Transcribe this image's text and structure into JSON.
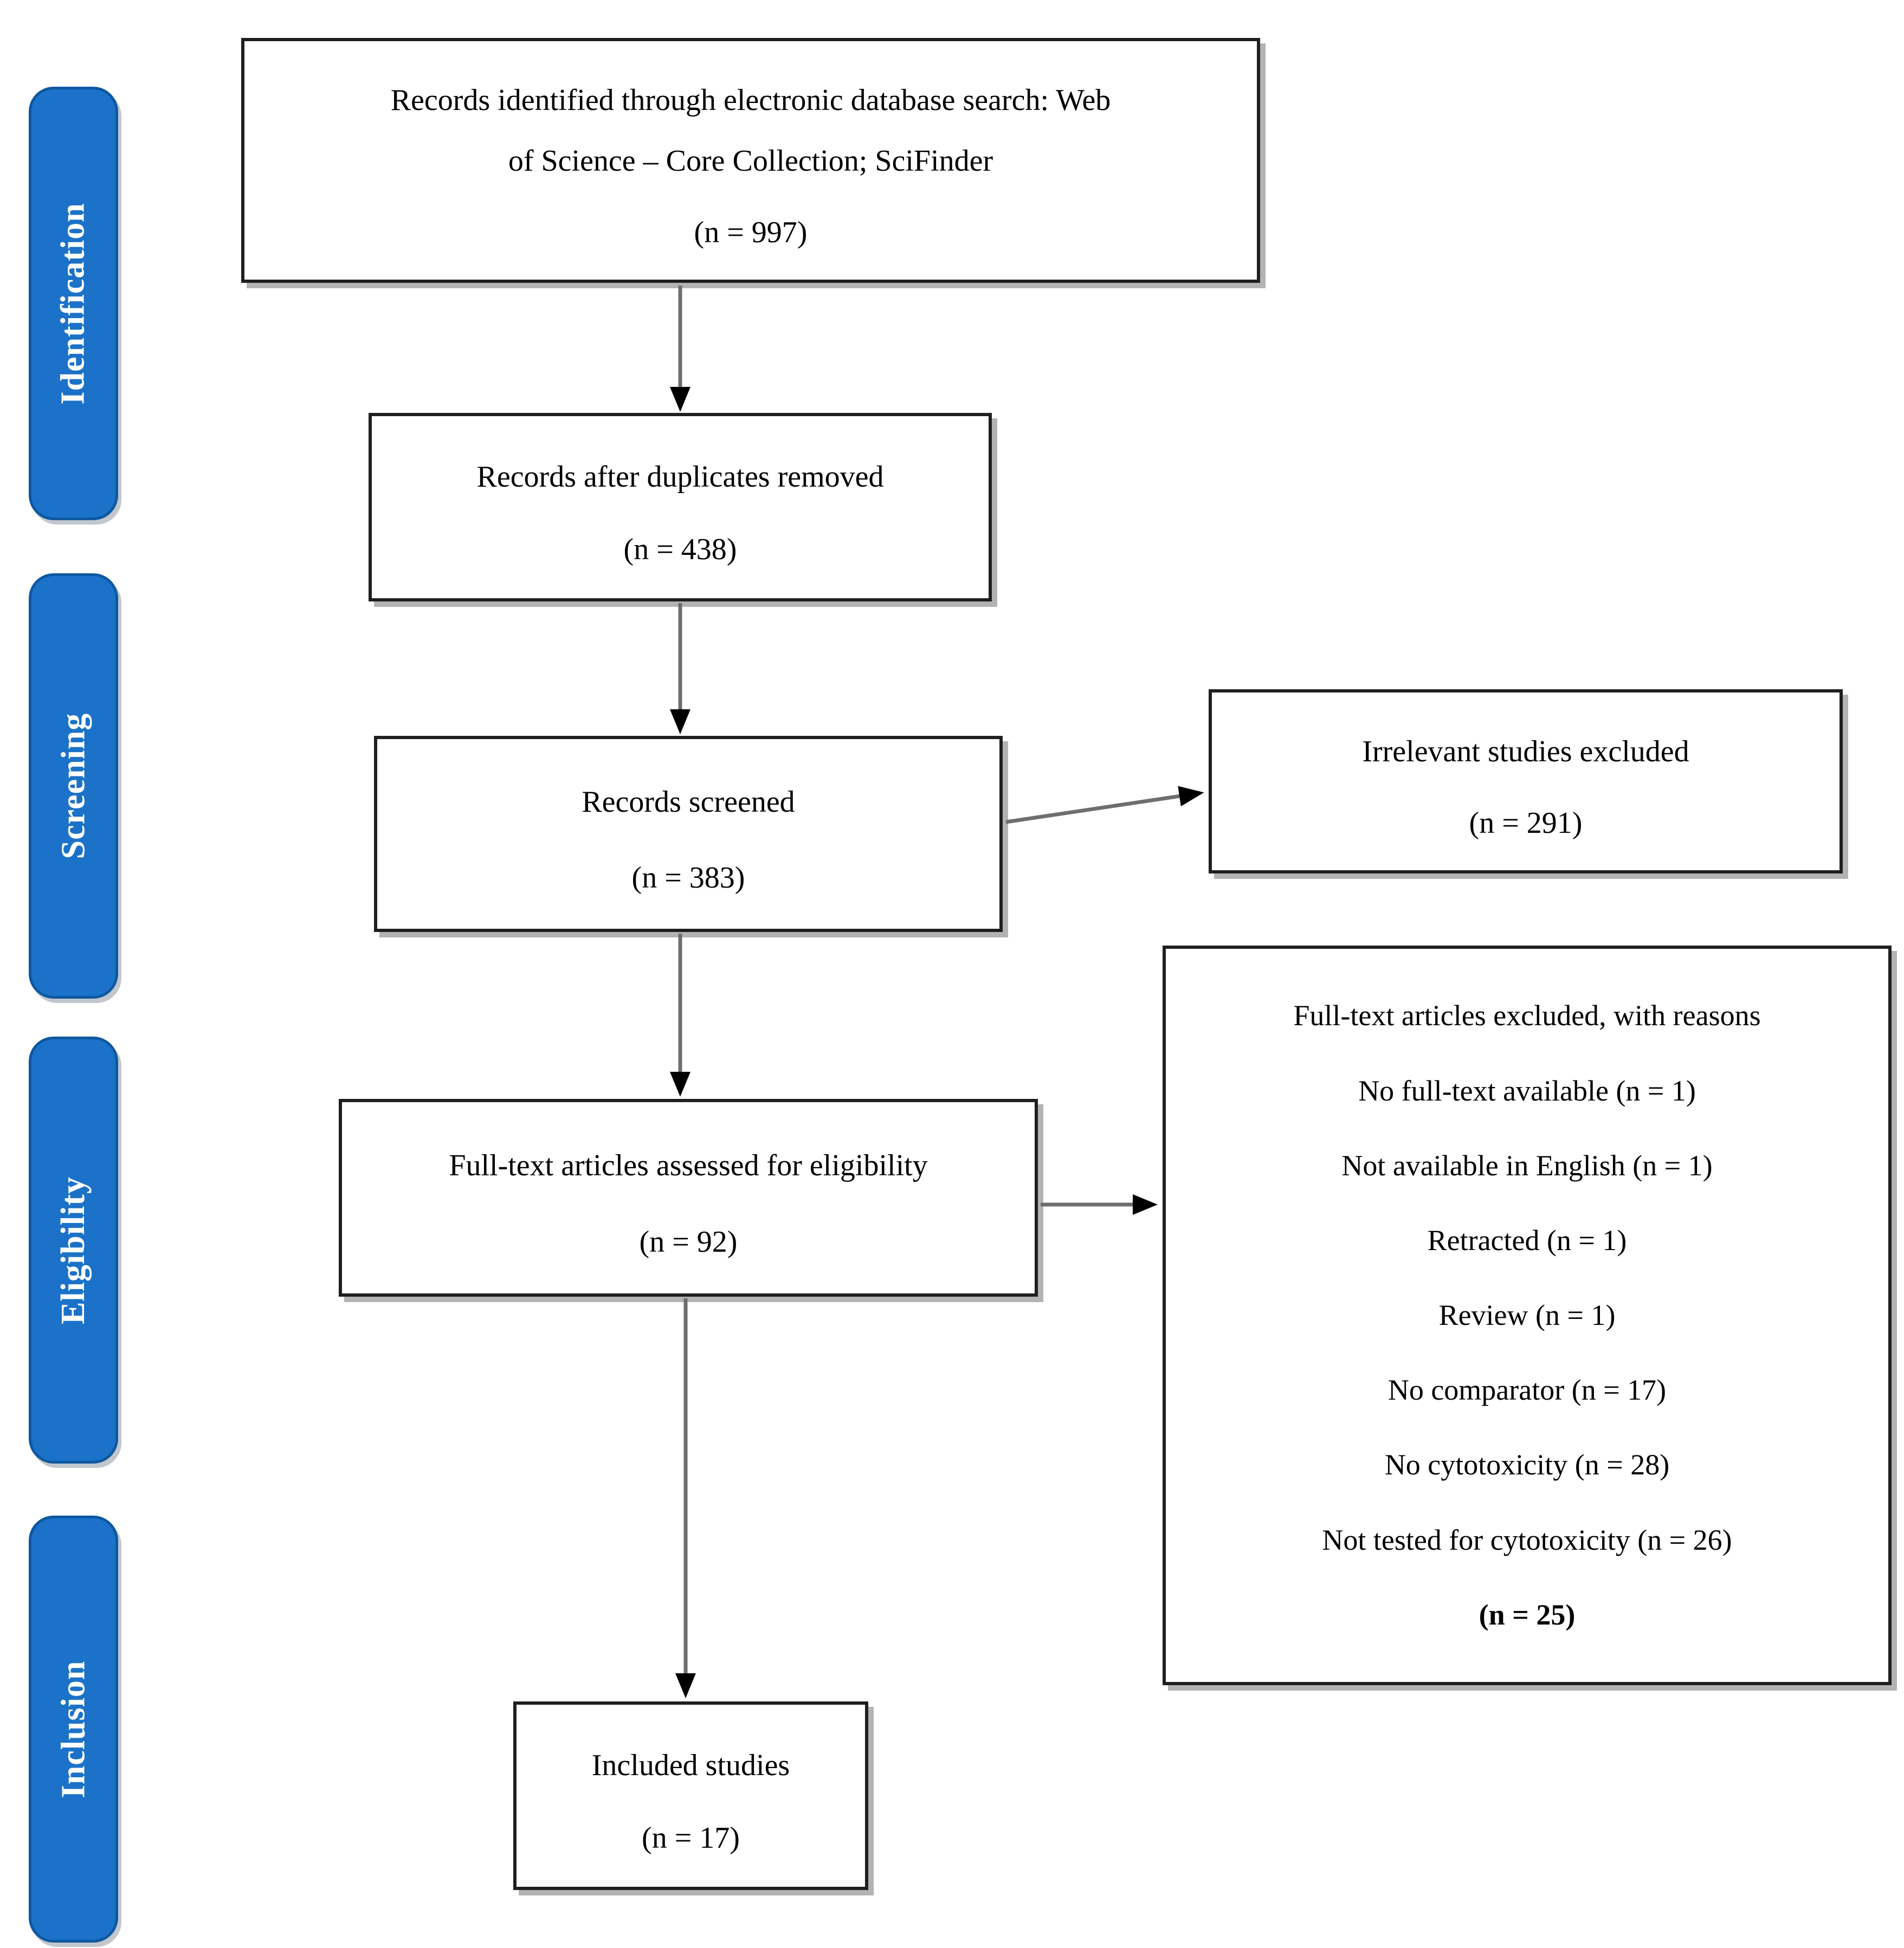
{
  "diagram": {
    "stages": [
      {
        "label": "Identification"
      },
      {
        "label": "Screening"
      },
      {
        "label": "Eligibility"
      },
      {
        "label": "Inclusion"
      }
    ],
    "boxes": {
      "identified": {
        "title_line1": "Records identified through electronic database search: Web",
        "title_line2": "of Science – Core Collection; SciFinder",
        "count": "(n = 997)"
      },
      "deduplicated": {
        "title": "Records after duplicates removed",
        "count": "(n = 438)"
      },
      "screened": {
        "title": "Records screened",
        "count": "(n = 383)"
      },
      "irrelevant_excluded": {
        "title": "Irrelevant studies excluded",
        "count": "(n = 291)"
      },
      "fulltext_assessed": {
        "title": "Full-text articles assessed for eligibility",
        "count": "(n = 92)"
      },
      "fulltext_excluded": {
        "title": "Full-text articles excluded, with reasons",
        "reasons": [
          "No full-text available (n = 1)",
          "Not available in English (n = 1)",
          "Retracted (n = 1)",
          "Review (n = 1)",
          "No comparator (n = 17)",
          "No cytotoxicity (n = 28)",
          "Not tested for cytotoxicity (n = 26)"
        ],
        "total": "(n = 25)"
      },
      "included": {
        "title": "Included studies",
        "count": "(n = 17)"
      }
    },
    "colors": {
      "stage_fill": "#1B72C8",
      "stage_border": "#0E58A0",
      "stage_text": "#FFFFFF",
      "box_border": "#1F1F1F",
      "box_shadow": "#808080",
      "arrow_line": "#6E6E6E",
      "arrow_head": "#000000"
    }
  }
}
